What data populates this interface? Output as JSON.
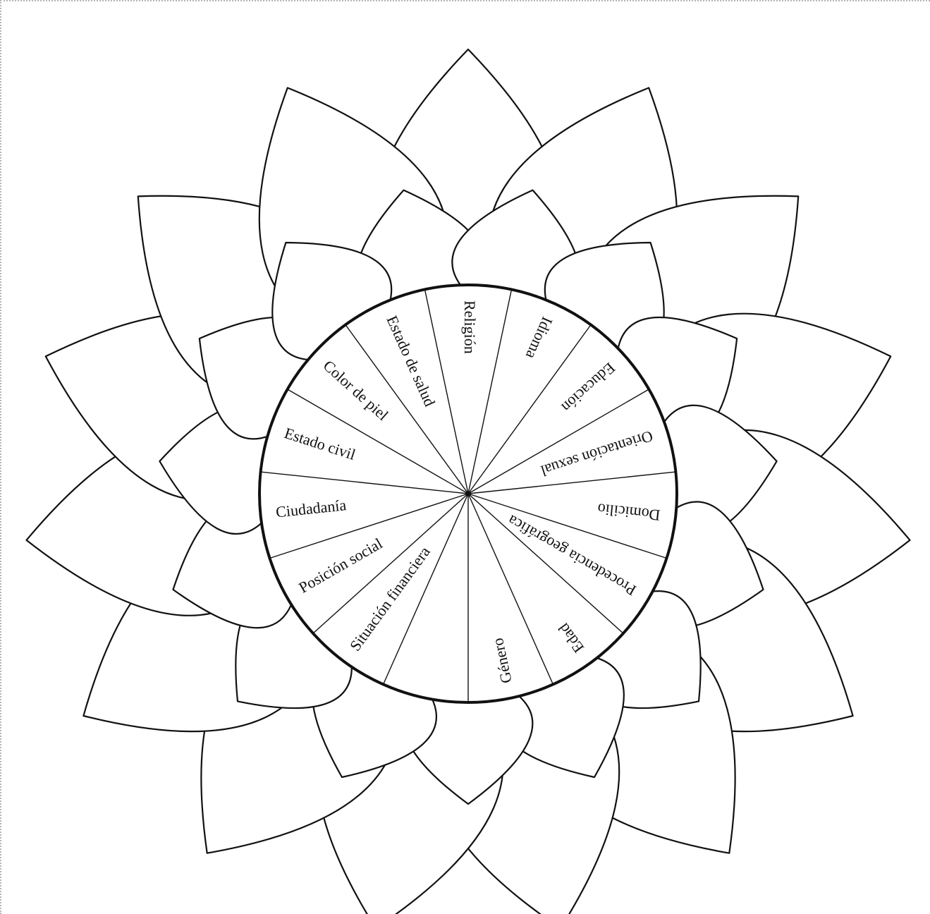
{
  "diagram": {
    "segments": [
      {
        "label": "Religión"
      },
      {
        "label": "Idioma"
      },
      {
        "label": "Educación"
      },
      {
        "label": "Orientación sexual"
      },
      {
        "label": "Domicilio"
      },
      {
        "label": "Procedencia geográfica"
      },
      {
        "label": "Edad"
      },
      {
        "label": "Género"
      },
      {
        "label": ""
      },
      {
        "label": "Situación financiera"
      },
      {
        "label": "Posición social"
      },
      {
        "label": "Ciudadanía"
      },
      {
        "label": "Estado civil"
      },
      {
        "label": "Color de piel"
      },
      {
        "label": "Estado de salud"
      }
    ],
    "line_color": "#111111",
    "background_color": "#ffffff"
  }
}
